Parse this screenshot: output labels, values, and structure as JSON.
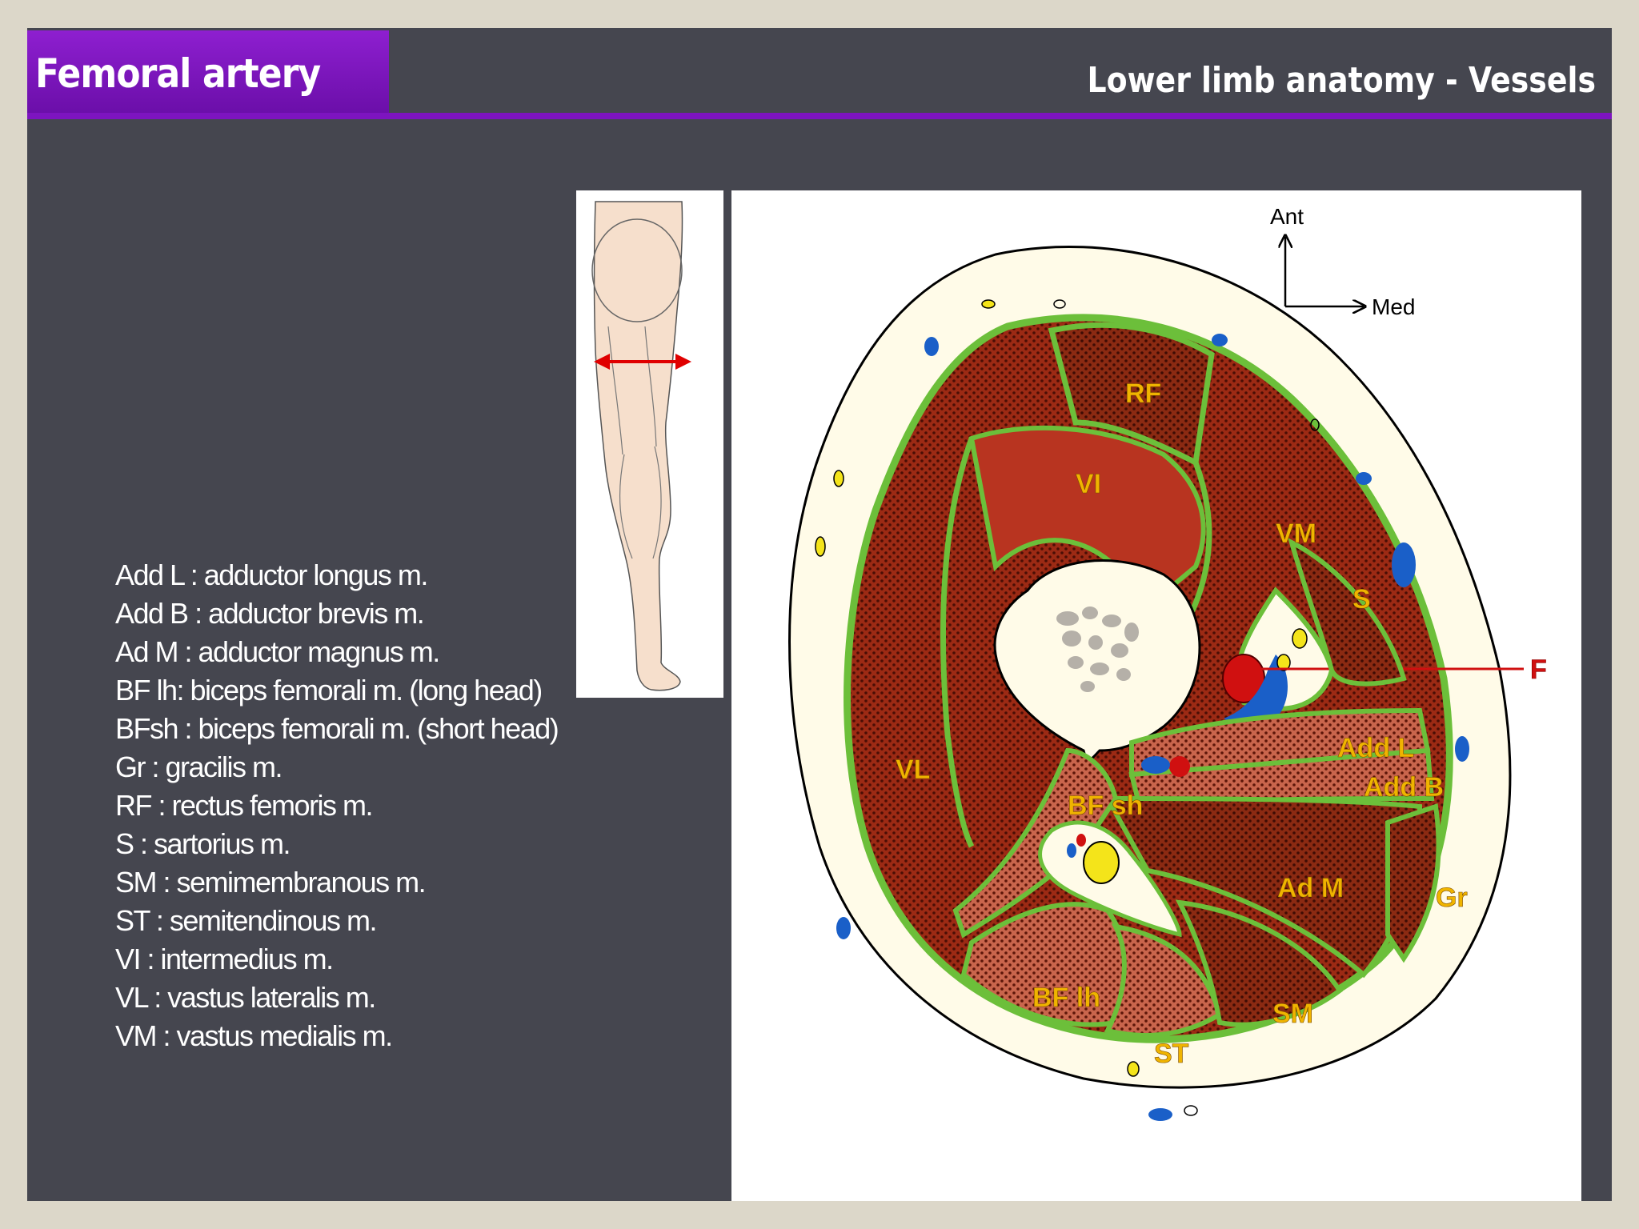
{
  "header": {
    "title": "Femoral artery",
    "subtitle": "Lower limb anatomy - Vessels"
  },
  "legend": [
    "Add L : adductor longus m.",
    "Add B : adductor brevis m.",
    "Ad M : adductor magnus m.",
    "BF lh: biceps femorali m. (long head)",
    "BFsh : biceps femorali m. (short head)",
    "Gr : gracilis m.",
    "RF : rectus femoris m.",
    "S : sartorius m.",
    "SM : semimembranous m.",
    "ST : semitendinous m.",
    "VI : intermedius m.",
    "VL : vastus lateralis m.",
    "VM : vastus medialis m."
  ],
  "orientation": {
    "anterior": "Ant",
    "medial": "Med"
  },
  "labels": {
    "rf": "RF",
    "vi": "VI",
    "vm": "VM",
    "s": "S",
    "f": "F",
    "vl": "VL",
    "add_l": "Add L",
    "add_b": "Add B",
    "bf_sh": "BF sh",
    "ad_m": "Ad M",
    "gr": "Gr",
    "bf_lh": "BF lh",
    "sm": "SM",
    "st": "ST"
  },
  "colors": {
    "header_purple": "#7d14bf",
    "slide_background": "#45464f",
    "muscle_red": "#9c2a14",
    "fascia_green": "#6cbf3a",
    "artery_red": "#d01010",
    "vein_blue": "#1a5fc8",
    "label_yellow": "#f0b400"
  }
}
